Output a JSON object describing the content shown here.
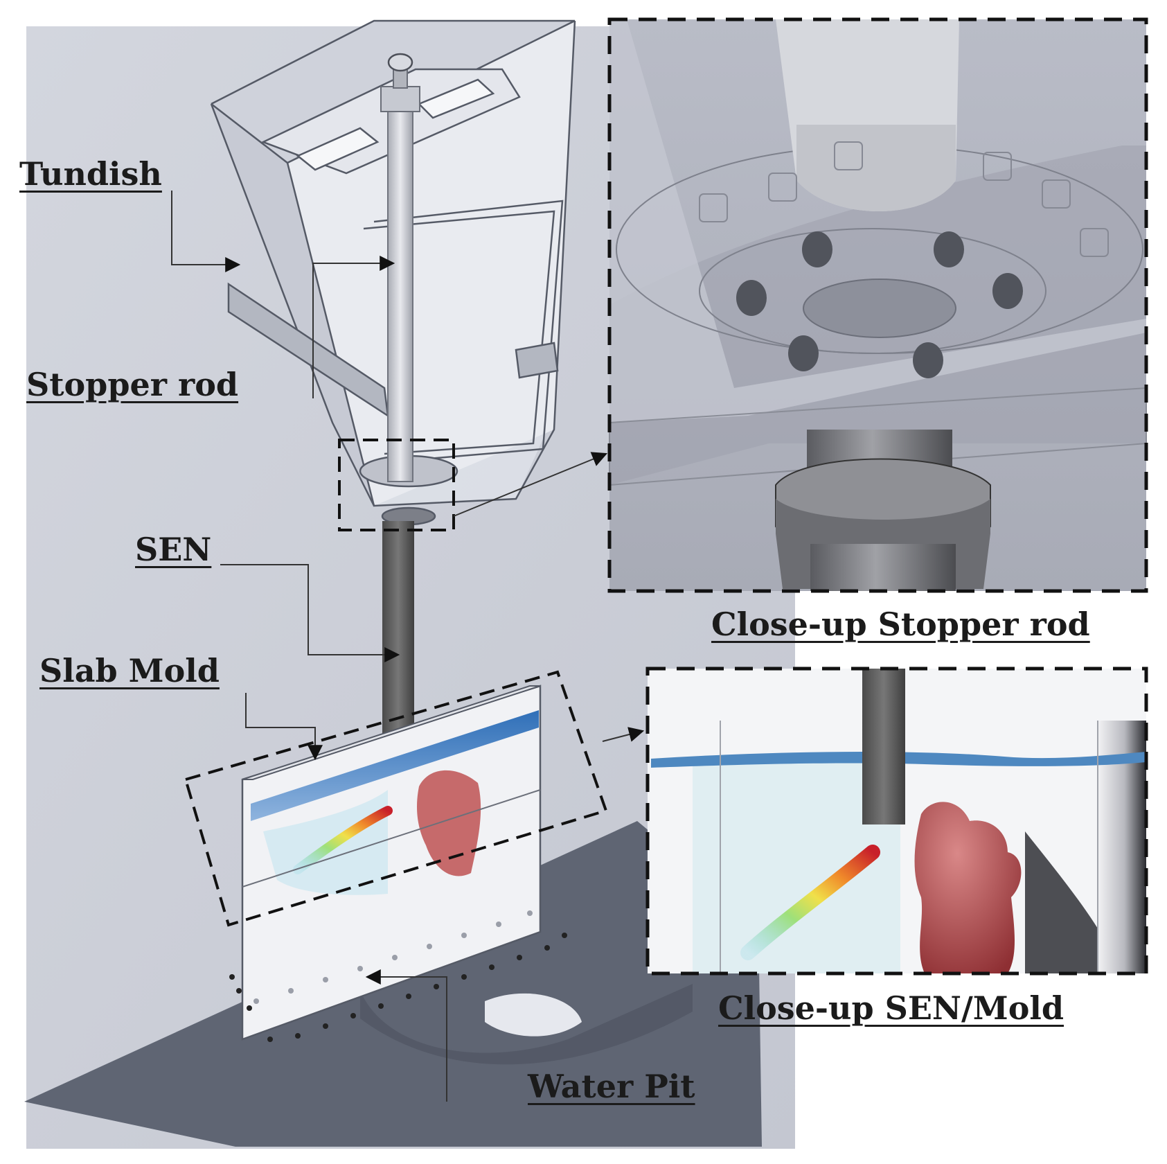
{
  "labels": {
    "tundish": "Tundish",
    "stopper_rod": "Stopper rod",
    "sen": "SEN",
    "slab_mold": "Slab Mold",
    "water_pit": "Water Pit",
    "closeup_stopper": "Close-up Stopper rod",
    "closeup_sen_mold": "Close-up SEN/Mold"
  },
  "colors": {
    "background_panel": "#c9ccd6",
    "floor": "#5c6270",
    "tundish_glass": "#dfe2ea",
    "sen_pipe": "#5a5a5a",
    "water_surface": "#3f7fc4",
    "red_region": "#c96a6a",
    "callout_border": "#111111"
  }
}
